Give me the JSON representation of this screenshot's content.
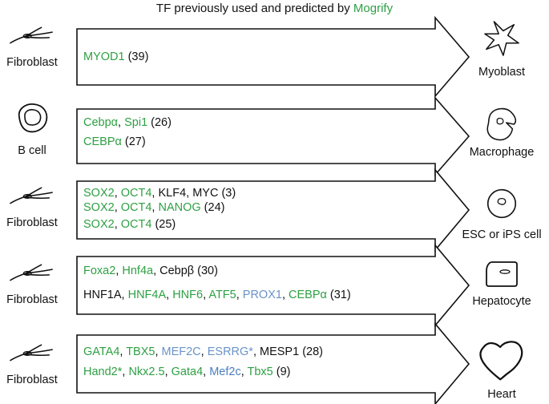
{
  "title": {
    "prefix": "TF previously used and predicted by ",
    "highlight": "Mogrify"
  },
  "colors": {
    "mogrify_green": "#2ea043",
    "previous_blue": "#6a93c8",
    "blue_dark": "#4a7fc0",
    "text_black": "#111111",
    "outline": "#111111"
  },
  "conversions": [
    {
      "source": "Fibroblast",
      "source_icon": "fibroblast-icon",
      "target": "Myoblast",
      "target_icon": "myoblast-icon",
      "lines": [
        [
          {
            "text": "MYOD1",
            "color": "green"
          },
          {
            "text": " (39)",
            "color": "black"
          }
        ]
      ]
    },
    {
      "source": "B cell",
      "source_icon": "b-cell-icon",
      "target": "Macrophage",
      "target_icon": "macrophage-icon",
      "lines": [
        [
          {
            "text": "Cebpα",
            "color": "green"
          },
          {
            "text": ", ",
            "color": "black"
          },
          {
            "text": "Spi1",
            "color": "green"
          },
          {
            "text": " (26)",
            "color": "black"
          }
        ],
        [
          {
            "text": "CEBPα",
            "color": "green"
          },
          {
            "text": " (27)",
            "color": "black"
          }
        ]
      ]
    },
    {
      "source": "Fibroblast",
      "source_icon": "fibroblast-icon",
      "target": "ESC or iPS cell",
      "target_icon": "esc-icon",
      "lines": [
        [
          {
            "text": "SOX2",
            "color": "green"
          },
          {
            "text": ", ",
            "color": "black"
          },
          {
            "text": "OCT4",
            "color": "green"
          },
          {
            "text": ", KLF4, MYC (3)",
            "color": "black"
          }
        ],
        [
          {
            "text": "SOX2",
            "color": "green"
          },
          {
            "text": ", ",
            "color": "black"
          },
          {
            "text": "OCT4",
            "color": "green"
          },
          {
            "text": ", ",
            "color": "black"
          },
          {
            "text": "NANOG",
            "color": "green"
          },
          {
            "text": " (24)",
            "color": "black"
          }
        ],
        [
          {
            "text": "SOX2",
            "color": "green"
          },
          {
            "text": ", ",
            "color": "black"
          },
          {
            "text": "OCT4",
            "color": "green"
          },
          {
            "text": " (25)",
            "color": "black"
          }
        ]
      ]
    },
    {
      "source": "Fibroblast",
      "source_icon": "fibroblast-icon",
      "target": "Hepatocyte",
      "target_icon": "hepatocyte-icon",
      "lines": [
        [
          {
            "text": "Foxa2",
            "color": "green"
          },
          {
            "text": ", ",
            "color": "black"
          },
          {
            "text": "Hnf4a",
            "color": "green"
          },
          {
            "text": ", Cebpβ (30)",
            "color": "black"
          }
        ],
        [
          {
            "text": "HNF1A, ",
            "color": "black"
          },
          {
            "text": "HNF4A",
            "color": "green"
          },
          {
            "text": ", ",
            "color": "black"
          },
          {
            "text": "HNF6",
            "color": "green"
          },
          {
            "text": ", ",
            "color": "black"
          },
          {
            "text": "ATF5",
            "color": "green"
          },
          {
            "text": ", ",
            "color": "black"
          },
          {
            "text": "PROX1",
            "color": "blue"
          },
          {
            "text": ", ",
            "color": "black"
          },
          {
            "text": "CEBPα",
            "color": "green"
          },
          {
            "text": " (31)",
            "color": "black"
          }
        ]
      ]
    },
    {
      "source": "Fibroblast",
      "source_icon": "fibroblast-icon",
      "target": "Heart",
      "target_icon": "heart-icon",
      "lines": [
        [
          {
            "text": "GATA4",
            "color": "green"
          },
          {
            "text": ", ",
            "color": "black"
          },
          {
            "text": "TBX5",
            "color": "green"
          },
          {
            "text": ", ",
            "color": "black"
          },
          {
            "text": "MEF2C",
            "color": "blue"
          },
          {
            "text": ", ",
            "color": "black"
          },
          {
            "text": "ESRRG*",
            "color": "blue"
          },
          {
            "text": ", MESP1 (28)",
            "color": "black"
          }
        ],
        [
          {
            "text": "Hand2*",
            "color": "green"
          },
          {
            "text": ", ",
            "color": "black"
          },
          {
            "text": "Nkx2.5",
            "color": "green"
          },
          {
            "text": ", ",
            "color": "black"
          },
          {
            "text": "Gata4",
            "color": "green"
          },
          {
            "text": ", ",
            "color": "black"
          },
          {
            "text": "Mef2c",
            "color": "blue_dark"
          },
          {
            "text": ", ",
            "color": "black"
          },
          {
            "text": "Tbx5",
            "color": "green"
          },
          {
            "text": " (9)",
            "color": "black"
          }
        ]
      ]
    }
  ]
}
